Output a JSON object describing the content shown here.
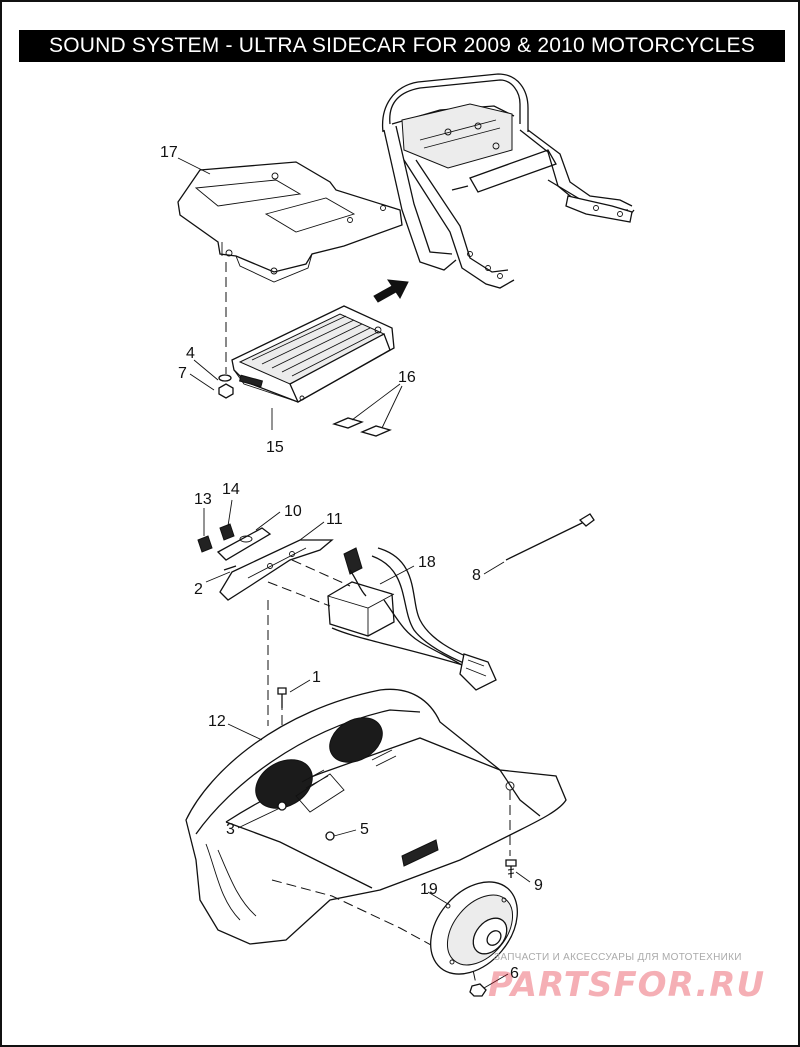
{
  "title": "SOUND SYSTEM - ULTRA SIDECAR FOR 2009 & 2010 MOTORCYCLES",
  "callouts": {
    "c1": "1",
    "c2": "2",
    "c3": "3",
    "c4": "4",
    "c5": "5",
    "c6": "6",
    "c7": "7",
    "c8": "8",
    "c9": "9",
    "c10": "10",
    "c11": "11",
    "c12": "12",
    "c13": "13",
    "c14": "14",
    "c15": "15",
    "c16": "16",
    "c17": "17",
    "c18": "18",
    "c19": "19"
  },
  "watermark": {
    "tagline": "ЗАПЧАСТИ И АКСЕССУАРЫ ДЛЯ МОТОТЕХНИКИ",
    "logo": "PARTSFOR.RU"
  }
}
